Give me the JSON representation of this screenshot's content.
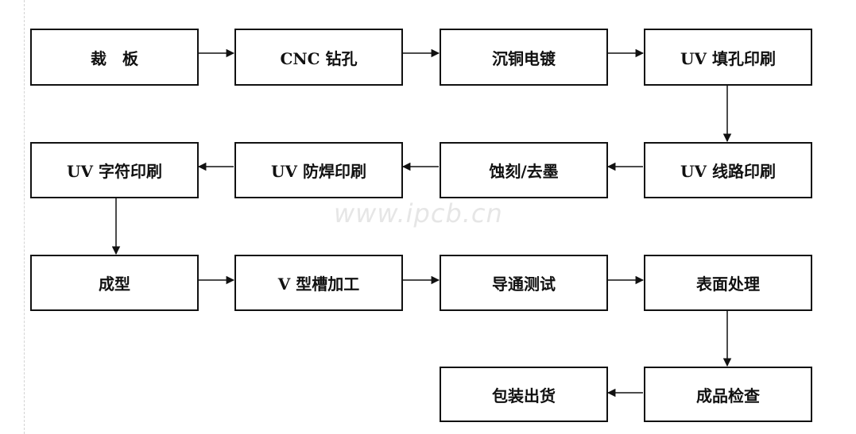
{
  "steps": [
    {
      "id": "s1",
      "label": "裁　板"
    },
    {
      "id": "s2",
      "label": "CNC 钻孔"
    },
    {
      "id": "s3",
      "label": "沉铜电镀"
    },
    {
      "id": "s4",
      "label": "UV 填孔印刷"
    },
    {
      "id": "s5",
      "label": "UV 线路印刷"
    },
    {
      "id": "s6",
      "label": "蚀刻/去墨"
    },
    {
      "id": "s7",
      "label": "UV 防焊印刷"
    },
    {
      "id": "s8",
      "label": "UV 字符印刷"
    },
    {
      "id": "s9",
      "label": "成型"
    },
    {
      "id": "s10",
      "label": "V 型槽加工"
    },
    {
      "id": "s11",
      "label": "导通测试"
    },
    {
      "id": "s12",
      "label": "表面处理"
    },
    {
      "id": "s13",
      "label": "成品检查"
    },
    {
      "id": "s14",
      "label": "包装出货"
    }
  ],
  "flow": [
    [
      "s1",
      "s2"
    ],
    [
      "s2",
      "s3"
    ],
    [
      "s3",
      "s4"
    ],
    [
      "s4",
      "s5"
    ],
    [
      "s5",
      "s6"
    ],
    [
      "s6",
      "s7"
    ],
    [
      "s7",
      "s8"
    ],
    [
      "s8",
      "s9"
    ],
    [
      "s9",
      "s10"
    ],
    [
      "s10",
      "s11"
    ],
    [
      "s11",
      "s12"
    ],
    [
      "s12",
      "s13"
    ],
    [
      "s13",
      "s14"
    ]
  ],
  "watermark": "www.ipcb.cn"
}
